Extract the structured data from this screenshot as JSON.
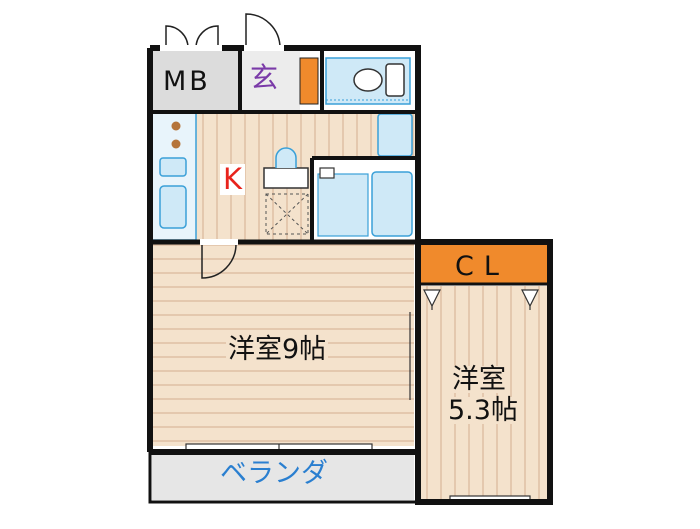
{
  "plan": {
    "labels": {
      "mb": "MB",
      "genkan": "玄",
      "kitchen": "K",
      "closet": "CL",
      "room_main": "洋室9帖",
      "room_side_line1": "洋室",
      "room_side_line2": "5.3帖",
      "veranda": "ベランダ"
    },
    "colors": {
      "wall": "#111111",
      "floor_wood": "#f4e2cc",
      "floor_line": "#d9b89b",
      "closet": "#f08a2c",
      "fixture_blue": "#cfe9f7",
      "fixture_stroke": "#3aa0d8",
      "veranda": "#e6e6e6",
      "mb_bg": "#dcdcdc"
    },
    "icons": [
      "toilet-icon",
      "bath-icon",
      "sink-icon",
      "stove-icon",
      "washing-machine-icon",
      "door-swing-icon"
    ]
  }
}
